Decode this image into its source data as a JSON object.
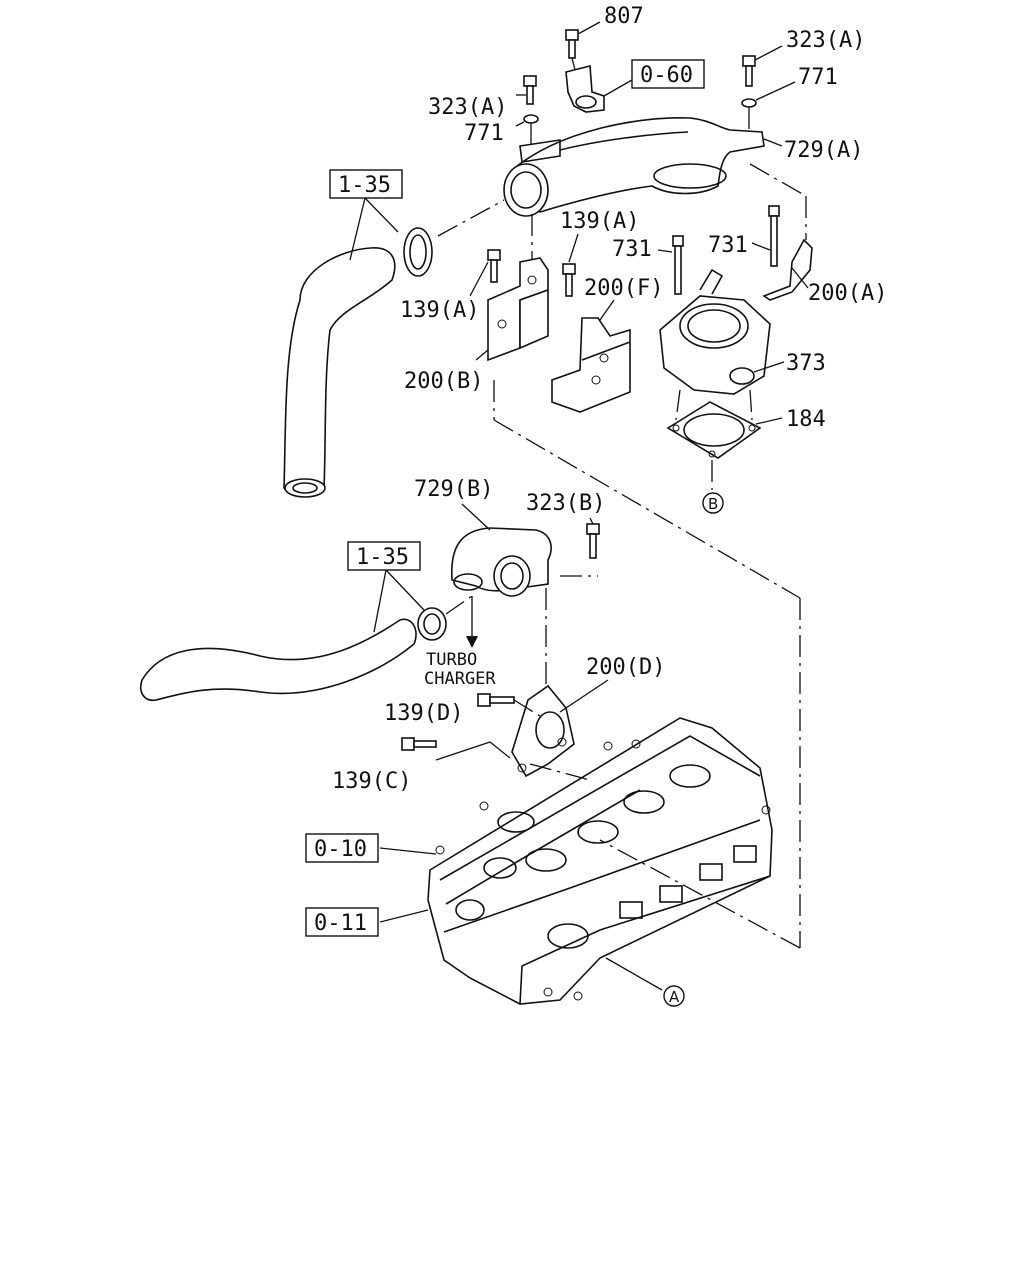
{
  "callouts": {
    "c807": "807",
    "c323a_right": "323(A)",
    "c771_right": "771",
    "c729a": "729(A)",
    "c0_60": "0-60",
    "c323a_left": "323(A)",
    "c771_left": "771",
    "c1_35_top": "1-35",
    "c139a_top": "139(A)",
    "c731_left": "731",
    "c731_right": "731",
    "c139a_left": "139(A)",
    "c200f": "200(F)",
    "c200a": "200(A)",
    "c373": "373",
    "c200b": "200(B)",
    "c184": "184",
    "cB": "B",
    "c729b": "729(B)",
    "c323b": "323(B)",
    "c1_35_bottom": "1-35",
    "turbo_line1": "TURBO",
    "turbo_line2": "CHARGER",
    "c200d": "200(D)",
    "c139d": "139(D)",
    "c139c": "139(C)",
    "c0_10": "0-10",
    "c0_11": "0-11",
    "cA": "A"
  }
}
